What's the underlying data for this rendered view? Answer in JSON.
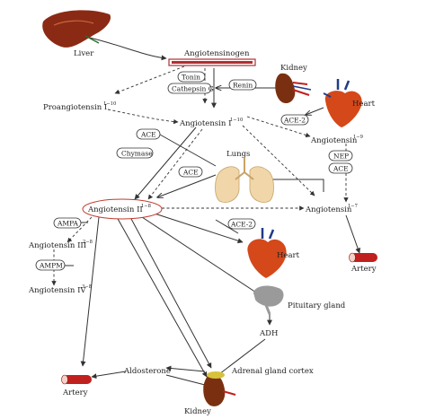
{
  "organs": {
    "liver": "Liver",
    "kidney_top": "Kidney",
    "heart_right": "Heart",
    "lungs": "Lungs",
    "heart_center": "Heart",
    "pituitary": "Pituitary gland",
    "adrenal": "Adrenal gland cortex",
    "kidney_bottom": "Kidney"
  },
  "molecules": {
    "angiotensinogen": "Angiotensinogen",
    "proangiotensin": "Proangiotensin I",
    "proangiotensin_sup": "1−10",
    "ang1": "Angiotensin I",
    "ang1_sup": "1−10",
    "ang19": "Angiotensin",
    "ang19_sup": "1−9",
    "ang2": "Angiotensin II",
    "ang2_sup": "1−8",
    "ang17": "Angiotensin",
    "ang17_sup": "1−7",
    "ang3": "Angiotensin III",
    "ang3_sup": "2−8",
    "ang4": "Angiotensin IV",
    "ang4_sup": "3−8",
    "adh": "ADH",
    "aldosterone": "Aldosterone",
    "artery_left": "Artery",
    "artery_right": "Artery"
  },
  "enzymes": {
    "tonin": "Tonin",
    "cathepsin": "Cathepsin G",
    "renin": "Renin",
    "ace2_top": "ACE-2",
    "ace_left": "ACE",
    "chymase": "Chymase",
    "ace_center": "ACE",
    "nep": "NEP",
    "ace_right": "ACE",
    "ace2_center": "ACE-2",
    "ampa": "AMPA",
    "ampm": "AMPM"
  },
  "colors": {
    "liver": "#8b2a14",
    "kidney": "#7a3010",
    "heart": "#d4481a",
    "heart_top": "#1f3c88",
    "artery": "#c0201e",
    "ang2_ring": "#c0392b",
    "angiotensinogen_bar": "#b03030",
    "lungs": "#f0d6a8",
    "pituitary": "#9a9a9a"
  }
}
